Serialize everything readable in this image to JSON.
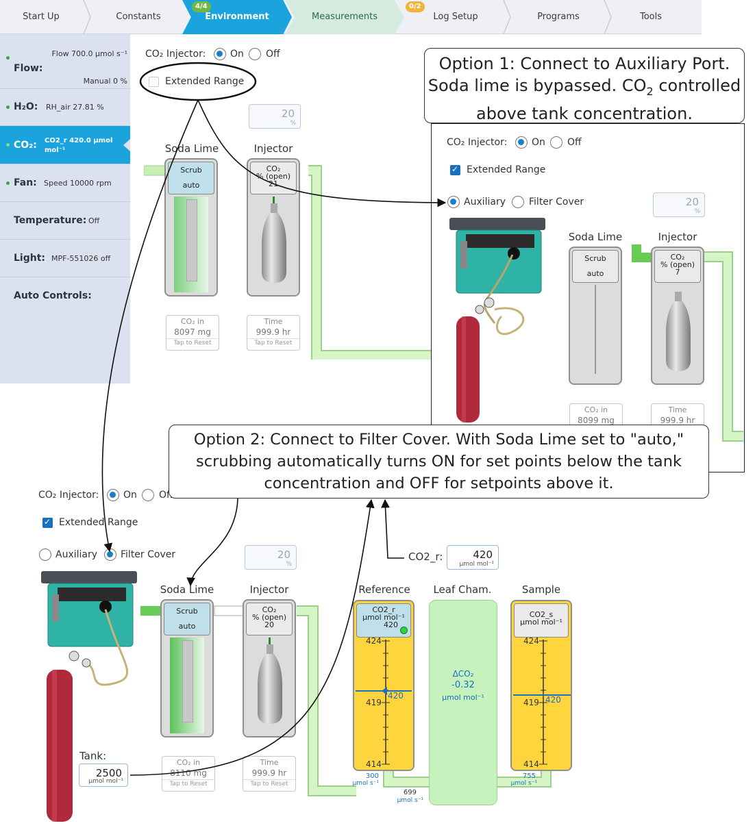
{
  "nav": {
    "steps": [
      "Start Up",
      "Constants",
      "Environment",
      "Measurements",
      "Log Setup",
      "Programs",
      "Tools"
    ],
    "env_badge": "4/4",
    "log_badge": "0/2"
  },
  "sidebar": {
    "flow_label": "Flow:",
    "flow_value": "Flow 700.0 µmol s⁻¹",
    "flow_mode": "Manual 0 %",
    "h2o_label": "H₂O:",
    "h2o_value": "RH_air 27.81 %",
    "co2_label": "CO₂:",
    "co2_value": "CO2_r 420.0 µmol mol⁻¹",
    "fan_label": "Fan:",
    "fan_value": "Speed 10000 rpm",
    "temp_label": "Temperature:",
    "temp_value": "Off",
    "light_label": "Light:",
    "light_value": "MPF-551026 off",
    "auto_label": "Auto Controls:"
  },
  "panel_top": {
    "injector_label": "CO₂ Injector:",
    "on": "On",
    "off": "Off",
    "extended_range": "Extended Range",
    "percent_value": "20",
    "percent_unit": "%",
    "soda_header": "Soda Lime",
    "inj_header": "Injector",
    "scrub": "Scrub",
    "auto": "auto",
    "inj_cap_1": "CO₂",
    "inj_cap_2": "% (open)",
    "inj_cap_3": "21",
    "co2in_title": "CO₂ in",
    "co2in_value": "8097 mg",
    "tap_reset": "Tap to Reset",
    "time_title": "Time",
    "time_value": "999.9 hr"
  },
  "callout1": {
    "line1": "Option 1: Connect to Auxiliary Port.",
    "line2_a": "Soda lime is bypassed. CO",
    "line2_sub": "2",
    "line2_b": " controlled",
    "line3": "above tank concentration."
  },
  "panel_right": {
    "injector_label": "CO₂ Injector:",
    "on": "On",
    "off": "Off",
    "extended_range": "Extended Range",
    "auxiliary": "Auxiliary",
    "filter_cover": "Filter Cover",
    "percent_value": "20",
    "percent_unit": "%",
    "soda_header": "Soda Lime",
    "inj_header": "Injector",
    "scrub": "Scrub",
    "auto": "auto",
    "inj_cap_1": "CO₂",
    "inj_cap_2": "% (open)",
    "inj_cap_3": "7",
    "co2in_title": "CO₂ in",
    "co2in_value": "8099 mg",
    "time_title": "Time",
    "time_value": "999.9 hr"
  },
  "callout2": {
    "line1": "Option 2: Connect to Filter Cover. With Soda Lime set to \"auto,\"",
    "line2": "scrubbing automatically turns ON for set points below the tank",
    "line3": "concentration and OFF for setpoints above it."
  },
  "panel_bottom": {
    "injector_label": "CO₂ Injector:",
    "on": "On",
    "off": "Off",
    "extended_range": "Extended Range",
    "auxiliary": "Auxiliary",
    "filter_cover": "Filter Cover",
    "percent_value": "20",
    "percent_unit": "%",
    "soda_header": "Soda Lime",
    "inj_header": "Injector",
    "scrub": "Scrub",
    "auto": "auto",
    "inj_cap_1": "CO₂",
    "inj_cap_2": "% (open)",
    "inj_cap_3": "20",
    "co2in_title": "CO₂ in",
    "co2in_value": "8110 mg",
    "tap_reset": "Tap to Reset",
    "time_title": "Time",
    "time_value": "999.9 hr",
    "tank_label": "Tank:",
    "tank_value": "2500",
    "tank_unit": "µmol mol⁻¹",
    "co2r_label": "CO2_r:",
    "co2r_value": "420",
    "co2r_unit": "µmol mol⁻¹",
    "ref_header": "Reference",
    "leaf_header": "Leaf Cham.",
    "sample_header": "Sample",
    "ref_cap_1": "CO2_r",
    "ref_cap_2": "µmol mol⁻¹",
    "ref_cap_3": "420",
    "sample_cap_1": "CO2_s",
    "sample_cap_2": "µmol mol⁻¹",
    "tick_424": "424",
    "tick_419": "419",
    "tick_414": "414",
    "ref_marker": "420",
    "sample_marker": "420",
    "delta_label": "ΔCO₂",
    "delta_value": "-0.32",
    "delta_unit": "µmol mol⁻¹",
    "flow_ref": "300",
    "flow_sample": "755",
    "flow_total": "699",
    "flow_unit": "µmol s⁻¹"
  }
}
